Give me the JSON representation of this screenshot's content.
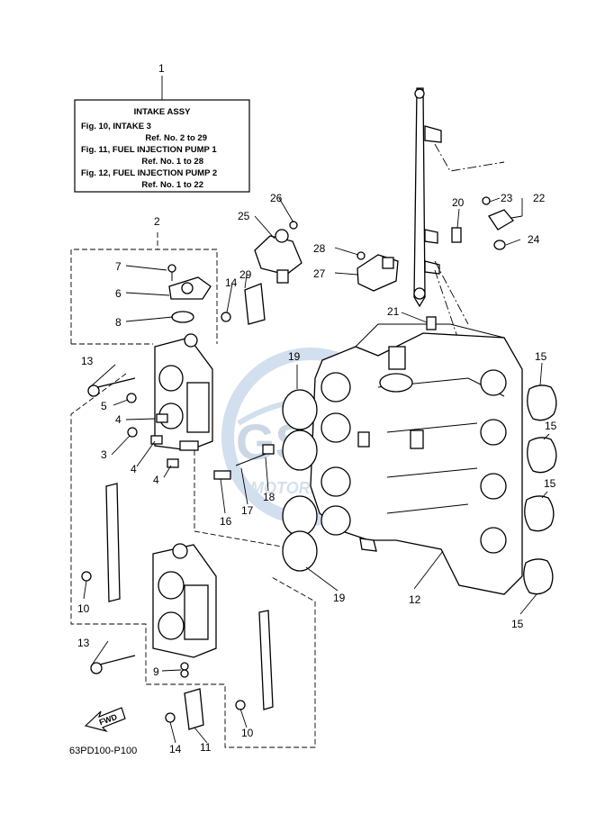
{
  "reference_box": {
    "title": "INTAKE ASSY",
    "lines": [
      "Fig. 10, INTAKE 3",
      "Ref. No. 2 to 29",
      "Fig. 11, FUEL INJECTION PUMP 1",
      "Ref. No. 1 to 28",
      "Fig. 12, FUEL INJECTION PUMP 2",
      "Ref. No. 1 to 22"
    ]
  },
  "callouts": {
    "c1": "1",
    "c2": "2",
    "c3": "3",
    "c4a": "4",
    "c4b": "4",
    "c4c": "4",
    "c5": "5",
    "c6": "6",
    "c7": "7",
    "c8": "8",
    "c9": "9",
    "c10a": "10",
    "c10b": "10",
    "c11": "11",
    "c12": "12",
    "c13a": "13",
    "c13b": "13",
    "c14a": "14",
    "c14b": "14",
    "c15a": "15",
    "c15b": "15",
    "c15c": "15",
    "c15d": "15",
    "c16": "16",
    "c17": "17",
    "c18": "18",
    "c19a": "19",
    "c19b": "19",
    "c20": "20",
    "c21": "21",
    "c22": "22",
    "c23": "23",
    "c24": "24",
    "c25": "25",
    "c26": "26",
    "c27": "27",
    "c28": "28",
    "c29": "29"
  },
  "fwd_label": "FWD",
  "diagram_code": "63PD100-P100",
  "watermark": {
    "brand": "GSM",
    "sub": "MOTORPARTS"
  }
}
